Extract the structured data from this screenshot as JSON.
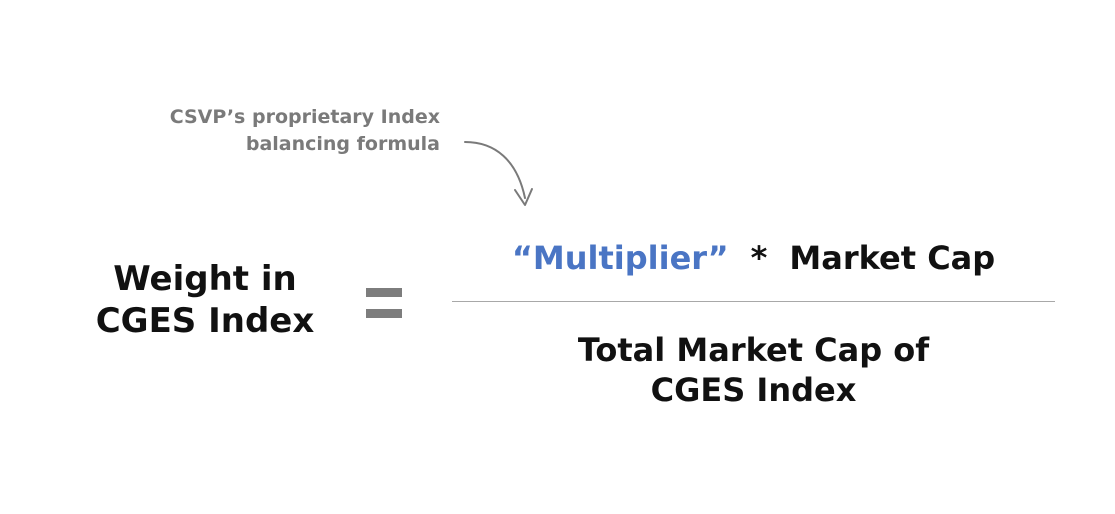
{
  "annotation": {
    "line1": "CSVP’s proprietary Index",
    "line2": "balancing formula",
    "color": "#7a7a7a"
  },
  "formula": {
    "lhs": {
      "line1": "Weight in",
      "line2": "CGES Index"
    },
    "operator": "=",
    "numerator": {
      "multiplier": "“Multiplier”",
      "times": "*",
      "term": "Market Cap"
    },
    "denominator": {
      "line1": "Total Market Cap of",
      "line2": "CGES Index"
    }
  },
  "colors": {
    "text": "#111111",
    "accent": "#4a75c4",
    "equals": "#7d7d7d",
    "divider": "#a8a8a8"
  }
}
